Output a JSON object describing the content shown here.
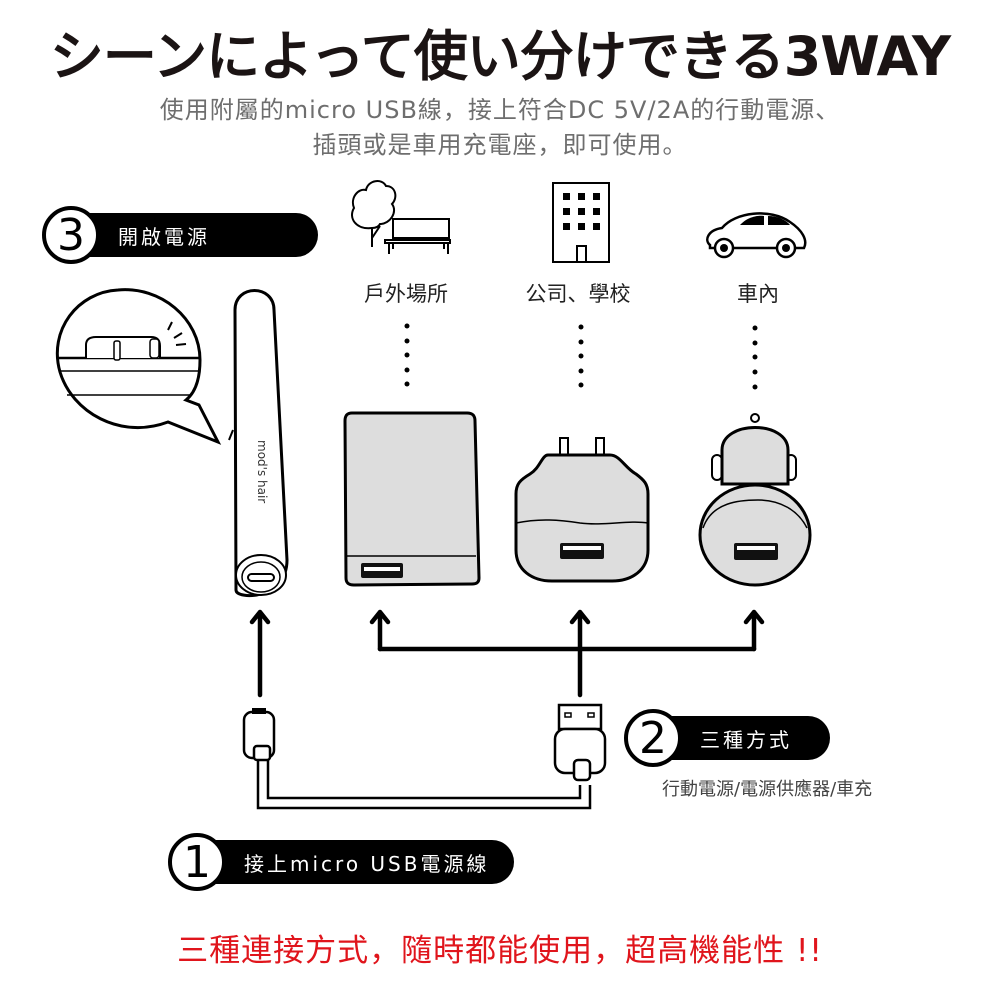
{
  "header": {
    "title": "シーンによって使い分けできる3WAY",
    "subtitle_line1": "使用附屬的micro USB線，接上符合DC 5V/2A的行動電源、",
    "subtitle_line2": "插頭或是車用充電座，即可使用。"
  },
  "steps": [
    {
      "number": "1",
      "label": "接上micro USB電源線"
    },
    {
      "number": "2",
      "label": "三種方式",
      "hint": "行動電源/電源供應器/車充"
    },
    {
      "number": "3",
      "label": "開啟電源"
    }
  ],
  "locations": [
    {
      "label": "戶外場所",
      "icon": "tree-bench-icon",
      "device": "power-bank"
    },
    {
      "label": "公司、學校",
      "icon": "building-icon",
      "device": "wall-adapter"
    },
    {
      "label": "車內",
      "icon": "car-icon",
      "device": "car-charger"
    }
  ],
  "device": {
    "brand": "mod's hair"
  },
  "footer": {
    "tagline": "三種連接方式，隨時都能使用，超高機能性 !!"
  },
  "colors": {
    "accent": "#e0151c",
    "device_fill": "#dddddd",
    "ink": "#000000",
    "subtitle": "#6e6e6e"
  }
}
